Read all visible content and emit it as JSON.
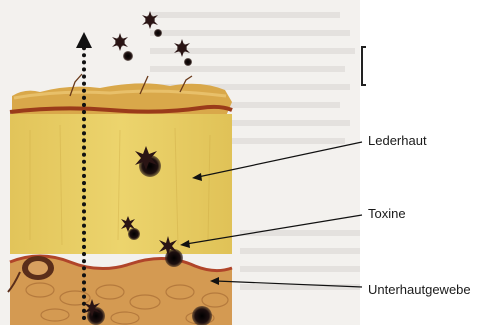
{
  "labels": {
    "dermis": "Lederhaut",
    "toxins": "Toxine",
    "subcutis": "Unterhautgewebe"
  },
  "colors": {
    "dermis_fill": "#e9cf63",
    "epidermis_fill": "#d8a848",
    "boundary_line": "#9a3b1a",
    "subcutis_fill": "#d49a52",
    "toxin": "#1e1010",
    "arrow": "#111111"
  },
  "icons": {
    "toxin": "toxin-particle-icon",
    "follicle": "hair-follicle-icon"
  }
}
